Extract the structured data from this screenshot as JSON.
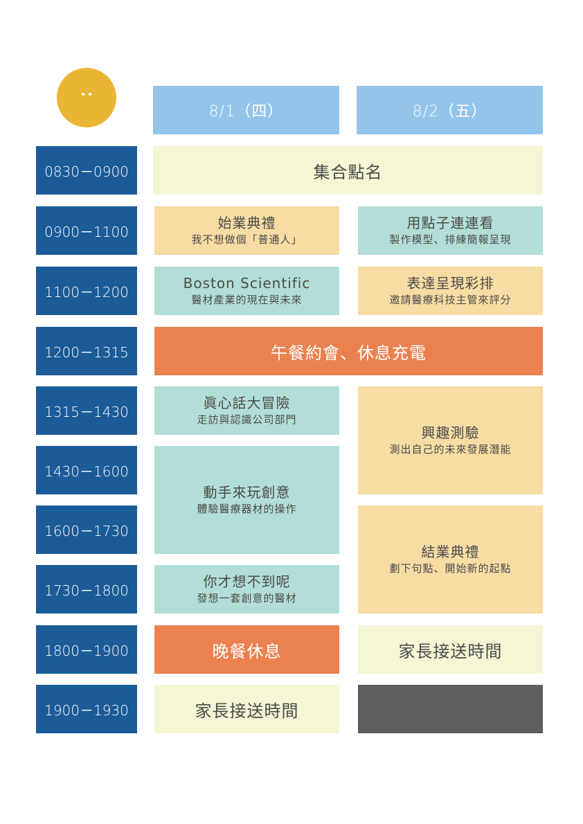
{
  "days": [
    "8/1（四）",
    "8/2（五）"
  ],
  "times": [
    "0830－0900",
    "0900－1100",
    "1100－1200",
    "1200－1315",
    "1315－1430",
    "1430－1600",
    "1600－1730",
    "1730－1800",
    "1800－1900",
    "1900－1930"
  ],
  "sessions": {
    "assembly": {
      "title": "集合點名"
    },
    "opening": {
      "title": "始業典禮",
      "subtitle": "我不想做個「普通人」"
    },
    "connect_dots": {
      "title": "用點子連連看",
      "subtitle": "製作模型、排練簡報呈現"
    },
    "boston": {
      "title": "Boston Scientific",
      "subtitle": "醫材產業的現在與未來"
    },
    "presentation": {
      "title": "表達呈現彩排",
      "subtitle": "邀請醫療科技主管來評分"
    },
    "lunch": {
      "title": "午餐約會、休息充電"
    },
    "truth_dare": {
      "title": "眞心話大冒險",
      "subtitle": "走訪與認識公司部門"
    },
    "interest_test": {
      "title": "興趣測驗",
      "subtitle": "測出自己的未來發展潛能"
    },
    "hands_on": {
      "title": "動手來玩創意",
      "subtitle": "體驗醫療器材的操作"
    },
    "closing": {
      "title": "結業典禮",
      "subtitle": "劃下句點、開始新的起點"
    },
    "unexpected": {
      "title": "你才想不到呢",
      "subtitle": "發想一套創意的醫材"
    },
    "dinner": {
      "title": "晚餐休息"
    },
    "pickup_day2": {
      "title": "家長接送時間"
    },
    "pickup_day1": {
      "title": "家長接送時間"
    }
  },
  "colors": {
    "time_column": "#1a5b98",
    "day_header": "#93c4ea",
    "cream": "#f4f6d4",
    "peach": "#f7dca4",
    "mint": "#b3ded8",
    "orange": "#ec8150",
    "gray": "#5d5d5d",
    "logo": "#eab534"
  }
}
